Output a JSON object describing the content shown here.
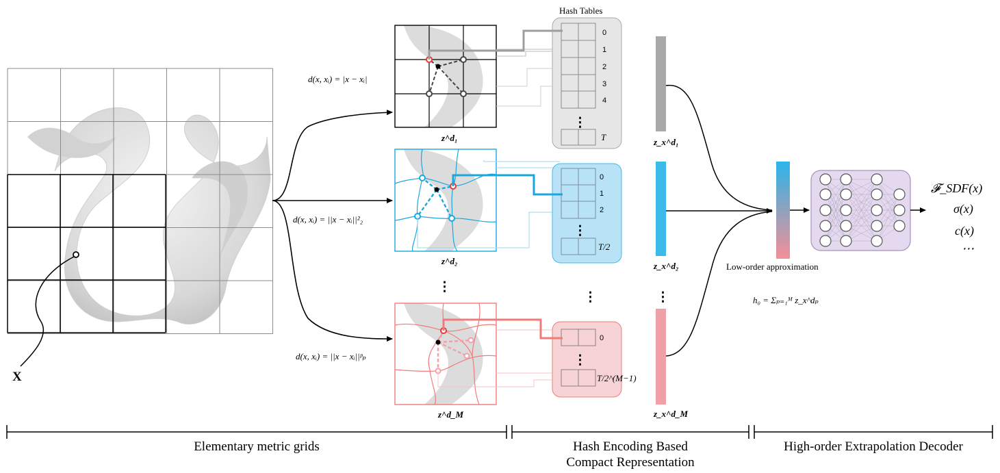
{
  "hash_tables_title": "Hash Tables",
  "input_label": "X",
  "grids": [
    {
      "metric": "d(x, xᵢ) = |x − xᵢ|",
      "latent": "z^d₁",
      "color": "#333333",
      "table_indices": [
        "0",
        "1",
        "2",
        "3",
        "4"
      ],
      "table_last": "T",
      "feature": "z_x^d₁"
    },
    {
      "metric": "d(x, xᵢ) = ||x − xᵢ||²₂",
      "latent": "z^d₂",
      "color": "#1aa7e0",
      "table_indices": [
        "0",
        "1",
        "2"
      ],
      "table_last": "T/2",
      "feature": "z_x^d₂"
    },
    {
      "metric": "d(x, xᵢ) = ||x − xᵢ||ᵖₚ",
      "latent": "z^d_M",
      "color": "#f07b7b",
      "table_indices": [
        "0"
      ],
      "table_last": "T/2^(M−1)",
      "feature": "z_x^d_M"
    }
  ],
  "approx_label": "Low-order approximation",
  "h0_formula": "h₀ = Σₚ₌₁ᴹ z_x^dₚ",
  "outputs": [
    "𝓕_SDF(x)",
    "σ(x)",
    "c(x)",
    "⋯"
  ],
  "colors": {
    "gray": "#a9a9a9",
    "blue": "#3dbbe8",
    "red": "#f2a0a8",
    "mlp": "#e4d9ef",
    "mlp_border": "#a394b8"
  },
  "sections": [
    {
      "label": "Elementary metric grids"
    },
    {
      "label_line1": "Hash Encoding Based",
      "label_line2": "Compact Representation"
    },
    {
      "label": "High-order Extrapolation Decoder"
    }
  ]
}
